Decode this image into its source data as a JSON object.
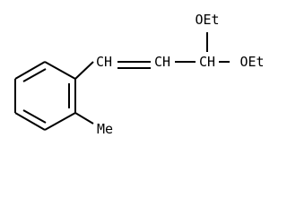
{
  "labels": {
    "ethoxy_top": "OEt",
    "ethoxy_right": "OEt",
    "methyl": "Me"
  }
}
